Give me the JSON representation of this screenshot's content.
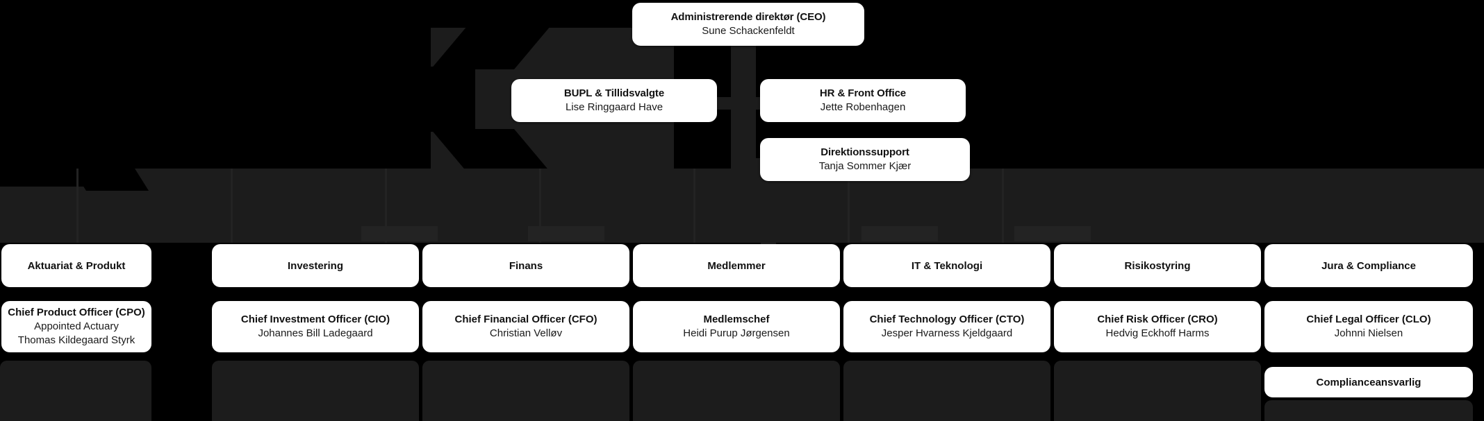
{
  "chart_data": {
    "type": "diagram",
    "diagram_kind": "organizational-chart",
    "title": "",
    "background_color": "#000000",
    "node_color": "#ffffff",
    "connector_color": "#1c1c1c",
    "levels": 3
  },
  "root": {
    "title": "Administrerende direktør (CEO)",
    "name": "Sune Schackenfeldt"
  },
  "staff": [
    {
      "title": "BUPL & Tillidsvalgte",
      "name": "Lise Ringgaard Have",
      "side": "left"
    },
    {
      "title": "HR & Front Office",
      "name": "Jette Robenhagen",
      "side": "right"
    },
    {
      "title": "Direktionssupport",
      "name": "Tanja Sommer Kjær",
      "side": "right"
    }
  ],
  "departments": [
    {
      "header": "Aktuariat & Produkt",
      "officer_title": "Chief Product Officer (CPO)",
      "officer_role": "Appointed Actuary",
      "officer_name": "Thomas Kildegaard Styrk"
    },
    {
      "header": "Investering",
      "officer_title": "Chief Investment Officer (CIO)",
      "officer_role": "",
      "officer_name": "Johannes Bill Ladegaard"
    },
    {
      "header": "Finans",
      "officer_title": "Chief Financial Officer (CFO)",
      "officer_role": "",
      "officer_name": "Christian Velløv"
    },
    {
      "header": "Medlemmer",
      "officer_title": "Medlemschef",
      "officer_role": "",
      "officer_name": "Heidi Purup Jørgensen"
    },
    {
      "header": "IT & Teknologi",
      "officer_title": "Chief Technology Officer (CTO)",
      "officer_role": "",
      "officer_name": "Jesper Hvarness Kjeldgaard"
    },
    {
      "header": "Risikostyring",
      "officer_title": "Chief Risk Officer (CRO)",
      "officer_role": "",
      "officer_name": "Hedvig Eckhoff Harms"
    },
    {
      "header": "Jura & Compliance",
      "officer_title": "Chief Legal Officer (CLO)",
      "officer_role": "",
      "officer_name": "Johnni Nielsen"
    }
  ],
  "extra_nodes": [
    {
      "label": "Complianceansvarlig",
      "under_department": "Jura & Compliance"
    }
  ]
}
